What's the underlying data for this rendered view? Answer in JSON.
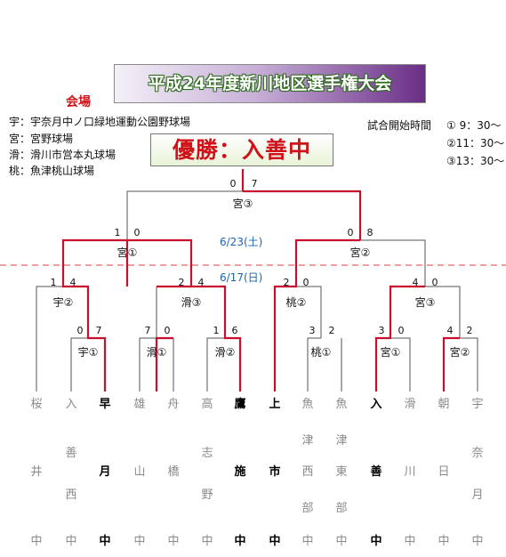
{
  "title": "平成24年度新川地区選手権大会",
  "venues": {
    "heading": "会場",
    "items": [
      "宇：宇奈月中ノ口緑地運動公園野球場",
      "宮：宮野球場",
      "滑：滑川市営本丸球場",
      "桃：魚津桃山球場"
    ]
  },
  "start_times": {
    "label": "試合開始時間",
    "times": [
      "① 9：30～",
      "②11：30～",
      "③13：30～"
    ]
  },
  "champion": "優勝：入善中",
  "dates": {
    "day2": "6/23(土)",
    "day1": "6/17(日)"
  },
  "final": {
    "label": "宮③",
    "scores": [
      "0",
      "7"
    ]
  },
  "semifinals": [
    {
      "label": "宮①",
      "scores": [
        "1",
        "0"
      ]
    },
    {
      "label": "宮②",
      "scores": [
        "0",
        "8"
      ]
    }
  ],
  "quarterfinals": [
    {
      "label": "宇②",
      "scores": [
        "1",
        "4"
      ]
    },
    {
      "label": "滑③",
      "scores": [
        "2",
        "4"
      ]
    },
    {
      "label": "桃②",
      "scores": [
        "2",
        "0"
      ]
    },
    {
      "label": "宮③",
      "scores": [
        "4",
        "0"
      ]
    }
  ],
  "first_round": [
    {
      "label": "宇①",
      "scores": [
        "0",
        "7"
      ]
    },
    {
      "label": "滑①",
      "scores": [
        "7",
        "0"
      ]
    },
    {
      "label": "滑②",
      "scores": [
        "1",
        "6"
      ]
    },
    {
      "label": "桃①",
      "scores": [
        "3",
        "2"
      ]
    },
    {
      "label": "宮①",
      "scores": [
        "3",
        "0"
      ]
    },
    {
      "label": "宮②",
      "scores": [
        "4",
        "2"
      ]
    }
  ],
  "teams": [
    {
      "chars": [
        "桜",
        "井",
        "中"
      ],
      "winner": false
    },
    {
      "chars": [
        "入",
        "善",
        "西",
        "中"
      ],
      "winner": false
    },
    {
      "chars": [
        "早",
        "月",
        "中"
      ],
      "winner": true
    },
    {
      "chars": [
        "雄",
        "山",
        "中"
      ],
      "winner": false
    },
    {
      "chars": [
        "舟",
        "橋",
        "中"
      ],
      "winner": false
    },
    {
      "chars": [
        "高",
        "志",
        "野",
        "中"
      ],
      "winner": false
    },
    {
      "chars": [
        "鷹",
        "施",
        "中"
      ],
      "winner": true
    },
    {
      "chars": [
        "上",
        "市",
        "中"
      ],
      "winner": true
    },
    {
      "chars": [
        "魚",
        "津",
        "西",
        "部",
        "中"
      ],
      "winner": false
    },
    {
      "chars": [
        "魚",
        "津",
        "東",
        "部",
        "中"
      ],
      "winner": false
    },
    {
      "chars": [
        "入",
        "善",
        "中"
      ],
      "winner": true
    },
    {
      "chars": [
        "滑",
        "川",
        "中"
      ],
      "winner": false
    },
    {
      "chars": [
        "朝",
        "日",
        "中"
      ],
      "winner": false
    },
    {
      "chars": [
        "宇",
        "奈",
        "月",
        "中"
      ],
      "winner": false
    }
  ],
  "colors": {
    "win_line": "#c8102e",
    "lose_line": "#555555",
    "dashed": "#d04040",
    "date": "#1e64b4"
  }
}
